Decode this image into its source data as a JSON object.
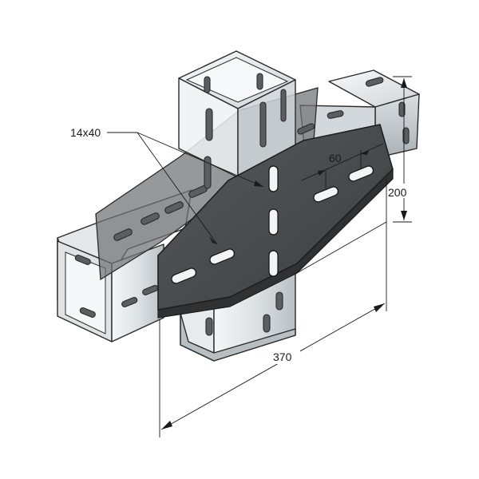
{
  "drawing": {
    "part": "double-post cross connector plate on square steel profiles",
    "colors": {
      "plate": "#46494b",
      "plate_shadow": "#3a3c3e",
      "steel_light": "#e9ecee",
      "steel_mid": "#c7cdd1",
      "steel_dark": "#9ca3a8",
      "dimension_line": "#1a1a1a"
    }
  },
  "dimensions": {
    "slot_label": "14x40",
    "slot_spacing": "60",
    "plate_height": "200",
    "plate_length": "370"
  }
}
